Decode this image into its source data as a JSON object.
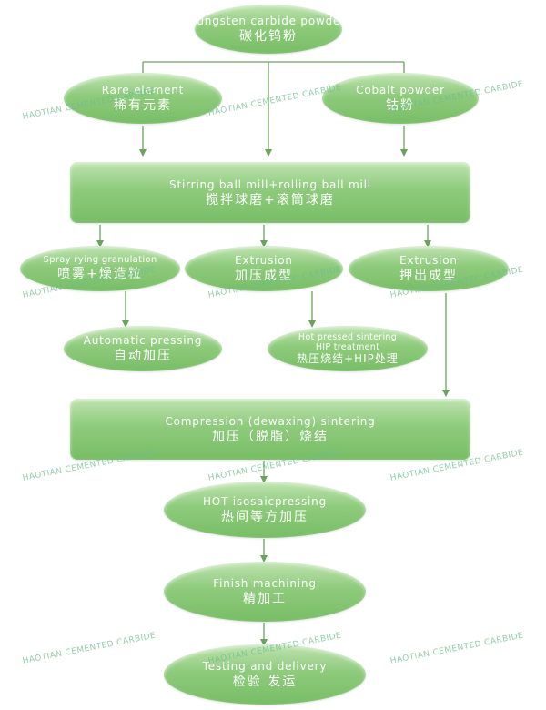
{
  "nodes": {
    "tungsten": {
      "en": "Tungsten carbide powder",
      "zh": "碳化钨粉"
    },
    "rare": {
      "en": "Rare element",
      "zh": "稀有元素"
    },
    "cobalt": {
      "en": "Cobalt powder",
      "zh": "钴粉"
    },
    "ballmill": {
      "en": "Stirring ball mill+rolling ball mill",
      "zh": "搅拌球磨+滚筒球磨"
    },
    "spray": {
      "en": "Spray rying granulation",
      "zh": "喷雾+燥造粒"
    },
    "extrusion1": {
      "en": "Extrusion",
      "zh": "加压成型"
    },
    "extrusion2": {
      "en": "Extrusion",
      "zh": "押出成型"
    },
    "autopress": {
      "en": "Automatic pressing",
      "zh": "自动加压"
    },
    "hotpressed": {
      "en1": "Hot pressed sintering",
      "en2": "HIP treatment",
      "zh": "热压烧结+HIP处理"
    },
    "compression": {
      "en": "Compression (dewaxing) sintering",
      "zh": "加压（脱脂）烧结"
    },
    "hotiso": {
      "en": "HOT isosaicpressing",
      "zh": "热间等方加压"
    },
    "finish": {
      "en": "Finish machining",
      "zh": "精加工"
    },
    "testing": {
      "en": "Testing and delivery",
      "zh": "检验 发运"
    }
  },
  "watermark": "HAOTIAN CEMENTED CARBIDE",
  "colors": {
    "node_fill": "#8ecb7c",
    "connector": "#6aa35a",
    "watermark": "#6ebe8c"
  }
}
